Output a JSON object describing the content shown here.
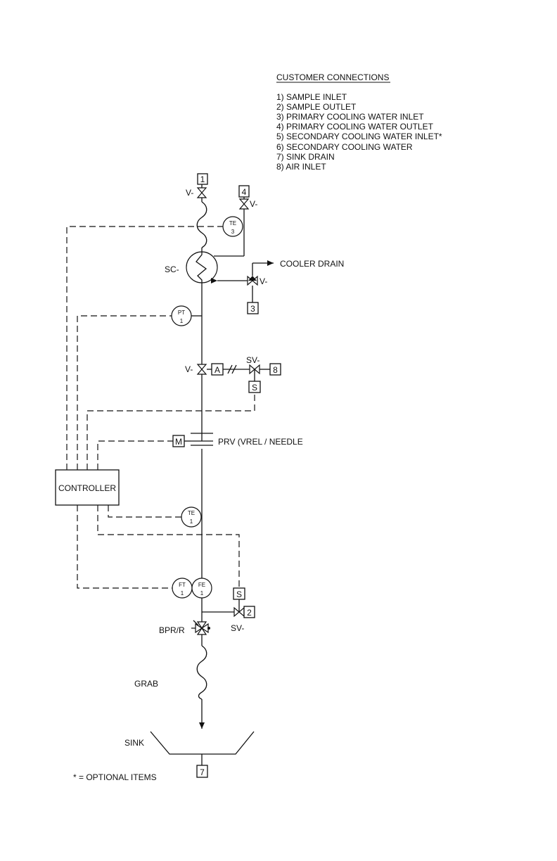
{
  "connections": {
    "title": "CUSTOMER CONNECTIONS",
    "items": [
      "1) SAMPLE INLET",
      "2) SAMPLE OUTLET",
      "3) PRIMARY COOLING WATER INLET",
      "4) PRIMARY COOLING WATER OUTLET",
      "5) SECONDARY COOLING WATER INLET*",
      "6) SECONDARY COOLING WATER",
      "7) SINK DRAIN",
      "8) AIR INLET"
    ]
  },
  "labels": {
    "valve_inlet": "V-",
    "valve_cw_out": "V-",
    "valve_cw_in": "V-",
    "valve_main": "V-",
    "sample_cooler": "SC-",
    "cooler_drain": "COOLER DRAIN",
    "solenoid_air": "SV-",
    "solenoid_outlet": "SV-",
    "prv": "PRV (VREL / NEEDLE",
    "controller": "CONTROLLER",
    "bpr": "BPR/R",
    "grab": "GRAB",
    "sink": "SINK",
    "footnote": "* = OPTIONAL ITEMS"
  },
  "tags": {
    "c1": "1",
    "c2": "2",
    "c3": "3",
    "c4": "4",
    "c7": "7",
    "c8": "8",
    "air_actuator": "A",
    "solenoid_air": "S",
    "solenoid_outlet": "S",
    "motor": "M"
  },
  "instruments": {
    "te3": {
      "type": "TE",
      "num": "3"
    },
    "pt1": {
      "type": "PT",
      "num": "1"
    },
    "te1": {
      "type": "TE",
      "num": "1"
    },
    "ft1": {
      "type": "FT",
      "num": "1"
    },
    "fe1": {
      "type": "FE",
      "num": "1"
    }
  }
}
